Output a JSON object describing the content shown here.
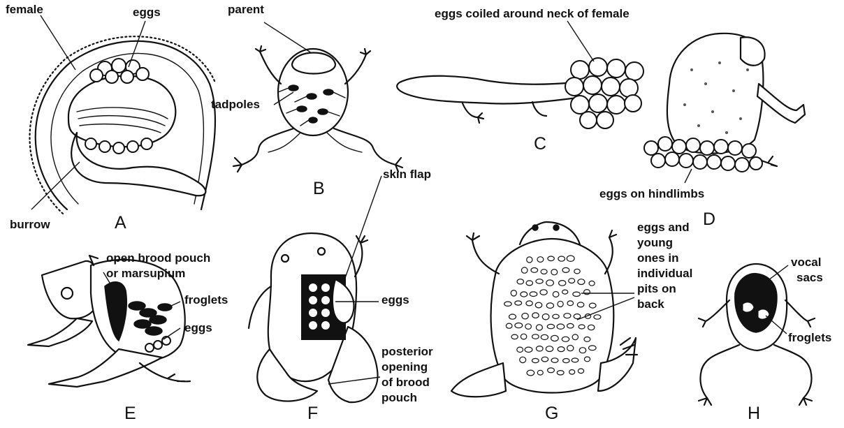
{
  "panels": {
    "A": {
      "letter": "A",
      "labels": {
        "female": "female",
        "eggs": "eggs",
        "burrow": "burrow"
      }
    },
    "B": {
      "letter": "B",
      "labels": {
        "parent": "parent",
        "tadpoles": "tadpoles"
      }
    },
    "C": {
      "letter": "C",
      "labels": {
        "eggs_neck": "eggs coiled around neck of female"
      }
    },
    "D": {
      "letter": "D",
      "labels": {
        "eggs_hindlimbs": "eggs on hindlimbs"
      }
    },
    "E": {
      "letter": "E",
      "labels": {
        "pouch_line1": "open brood pouch",
        "pouch_line2": "or marsupium",
        "froglets": "froglets",
        "eggs": "eggs"
      }
    },
    "F": {
      "letter": "F",
      "labels": {
        "skin_flap": "skin flap",
        "eggs": "eggs",
        "opening_line1": "posterior",
        "opening_line2": "opening",
        "opening_line3": "of brood",
        "opening_line4": "pouch"
      }
    },
    "G": {
      "letter": "G",
      "labels": {
        "line1": "eggs and",
        "line2": "young",
        "line3": "ones in",
        "line4": "individual",
        "line5": "pits on",
        "line6": "back"
      }
    },
    "H": {
      "letter": "H",
      "labels": {
        "vocal_line1": "vocal",
        "vocal_line2": "sacs",
        "froglets": "froglets"
      }
    }
  }
}
